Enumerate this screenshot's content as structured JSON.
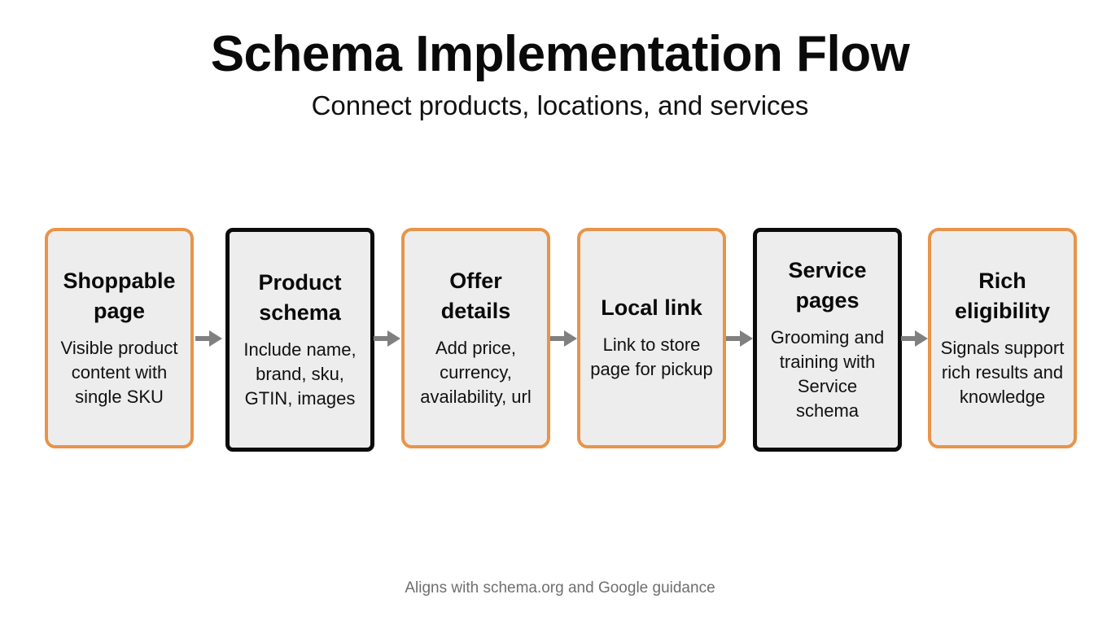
{
  "header": {
    "title": "Schema Implementation Flow",
    "subtitle": "Connect products, locations, and services"
  },
  "colors": {
    "accent_orange": "#e8944a",
    "accent_black": "#0b0b0b",
    "node_fill": "#ededed",
    "arrow_gray": "#808080",
    "page_background": "#ffffff",
    "footer_text": "#6f6f6f"
  },
  "flow": {
    "arrow_icon": "arrow-right-icon",
    "nodes": [
      {
        "id": "shoppable-page",
        "title": "Shoppable page",
        "desc": "Visible product content with single SKU",
        "accent": "orange"
      },
      {
        "id": "product-schema",
        "title": "Product schema",
        "desc": "Include name, brand, sku, GTIN, images",
        "accent": "black"
      },
      {
        "id": "offer-details",
        "title": "Offer details",
        "desc": "Add price, currency, availability, url",
        "accent": "orange"
      },
      {
        "id": "local-link",
        "title": "Local link",
        "desc": "Link to store page for pickup",
        "accent": "orange"
      },
      {
        "id": "service-pages",
        "title": "Service pages",
        "desc": "Grooming and training with Service schema",
        "accent": "black"
      },
      {
        "id": "rich-eligibility",
        "title": "Rich eligibility",
        "desc": "Signals support rich results and knowledge",
        "accent": "orange"
      }
    ]
  },
  "footer": {
    "note": "Aligns with schema.org and Google guidance"
  }
}
